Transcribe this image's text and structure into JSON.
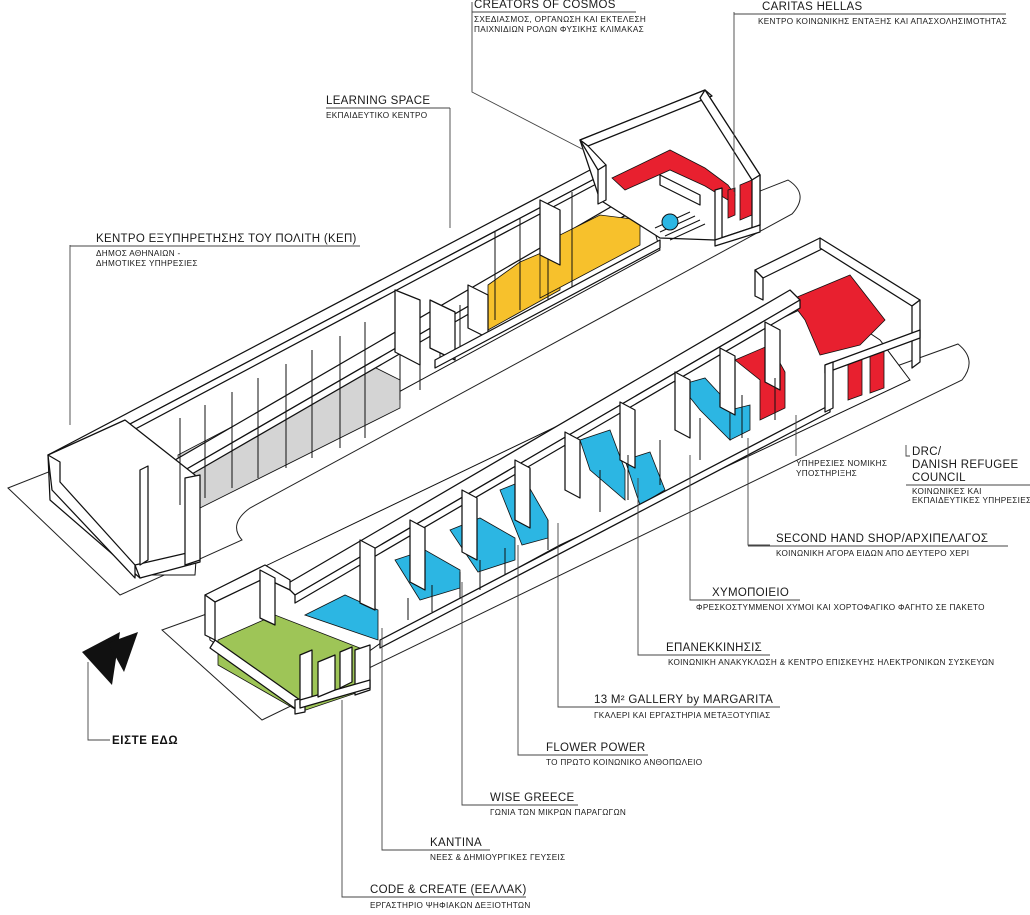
{
  "colors": {
    "red": "#e8202f",
    "yellow": "#f7c12c",
    "blue": "#2cb6e3",
    "green": "#9ec557",
    "grey": "#d4d4d4",
    "line": "#1a1a1a"
  },
  "you_are_here": "ΕΙΣΤΕ ΕΔΩ",
  "labels": [
    {
      "id": "creators",
      "title": "CREATORS OF COSMOS",
      "lines": [
        "ΣΧΕΔΙΑΣΜΟΣ, ΟΡΓΑΝΩΣΗ ΚΑΙ ΕΚΤΕΛΕΣΗ",
        "ΠΑΙΧΝΙΔΙΩΝ ΡΟΛΩΝ ΦΥΣΙΚΗΣ ΚΛΙΜΑΚΑΣ"
      ]
    },
    {
      "id": "caritas",
      "title": "CARITAS HELLAS",
      "lines": [
        "ΚΕΝΤΡΟ ΚΟΙΝΩΝΙΚΗΣ ΕΝΤΑΞΗΣ ΚΑΙ ΑΠΑΣΧΟΛΗΣΙΜΟΤΗΤΑΣ"
      ]
    },
    {
      "id": "learning",
      "title": "LEARNING SPACE",
      "lines": [
        "ΕΚΠΑΙΔΕΥΤΙΚΟ ΚΕΝΤΡΟ"
      ]
    },
    {
      "id": "kep",
      "title": "ΚΕΝΤΡΟ ΕΞΥΠΗΡΕΤΗΣΗΣ ΤΟΥ ΠΟΛΙΤΗ (ΚΕΠ)",
      "lines": [
        "ΔΗΜΟΣ ΑΘΗΝΑΙΩΝ -",
        "ΔΗΜΟΤΙΚΕΣ ΥΠΗΡΕΣΙΕΣ"
      ]
    },
    {
      "id": "legal",
      "title": "",
      "lines": [
        "ΥΠΗΡΕΣΙΕΣ ΝΟΜΙΚΗΣ",
        "ΥΠΟΣΤΗΡΙΞΗΣ"
      ]
    },
    {
      "id": "drc",
      "title": "DRC/",
      "title_lines": [
        "DANISH REFUGEE",
        "COUNCIL"
      ],
      "lines": [
        "ΚΟΙΝΩΝΙΚΕΣ ΚΑΙ",
        "ΕΚΠΑΙΔΕΥΤΙΚΕΣ ΥΠΗΡΕΣΙΕΣ"
      ]
    },
    {
      "id": "secondhand",
      "title": "SECOND HAND SHOP/ΑΡΧΙΠΕΛΑΓΟΣ",
      "lines": [
        "ΚΟΙΝΩΝΙΚΗ ΑΓΟΡΑ ΕΙΔΩΝ ΑΠΟ ΔΕΥΤΕΡΟ ΧΕΡΙ"
      ]
    },
    {
      "id": "xymopoieio",
      "title": "ΧΥΜΟΠΟΙΕΙΟ",
      "lines": [
        "ΦΡΕΣΚΟΣΤΥΜΜΕΝΟΙ ΧΥΜΟΙ ΚΑΙ ΧΟΡΤΟΦΑΓΙΚΟ ΦΑΓΗΤΟ ΣΕ ΠΑΚΕΤΟ"
      ]
    },
    {
      "id": "epanekkinisis",
      "title": "ΕΠΑΝΕΚΚΙΝΗΣΙΣ",
      "lines": [
        "ΚΟΙΝΩΝΙΚΗ ΑΝΑΚΥΚΛΩΣΗ & ΚΕΝΤΡΟ ΕΠΙΣΚΕΥΗΣ ΗΛΕΚΤΡΟΝΙΚΩΝ ΣΥΣΚΕΥΩΝ"
      ]
    },
    {
      "id": "gallery",
      "title": "13 M² GALLERY by MARGARITA",
      "lines": [
        "ΓΚΑΛΕΡΙ ΚΑΙ ΕΡΓΑΣΤΗΡΙΑ ΜΕΤΑΞΟΤΥΠΙΑΣ"
      ]
    },
    {
      "id": "flower",
      "title": "FLOWER POWER",
      "lines": [
        "ΤΟ ΠΡΩΤΟ ΚΟΙΝΩΝΙΚΟ ΑΝΘΟΠΩΛΕΙΟ"
      ]
    },
    {
      "id": "wise",
      "title": "WISE GREECE",
      "lines": [
        "ΓΩΝΙΑ ΤΩΝ ΜΙΚΡΩΝ ΠΑΡΑΓΩΓΩΝ"
      ]
    },
    {
      "id": "kantina",
      "title": "ΚΑΝΤΙΝΑ",
      "lines": [
        "ΝΕΕΣ & ΔΗΜΙΟΥΡΓΙΚΕΣ ΓΕΥΣΕΙΣ"
      ]
    },
    {
      "id": "code",
      "title": "CODE & CREATE (ΕΕΛΛΑΚ)",
      "lines": [
        "ΕΡΓΑΣΤΗΡΙΟ ΨΗΦΙΑΚΩΝ ΔΕΞΙΟΤΗΤΩΝ"
      ]
    }
  ]
}
